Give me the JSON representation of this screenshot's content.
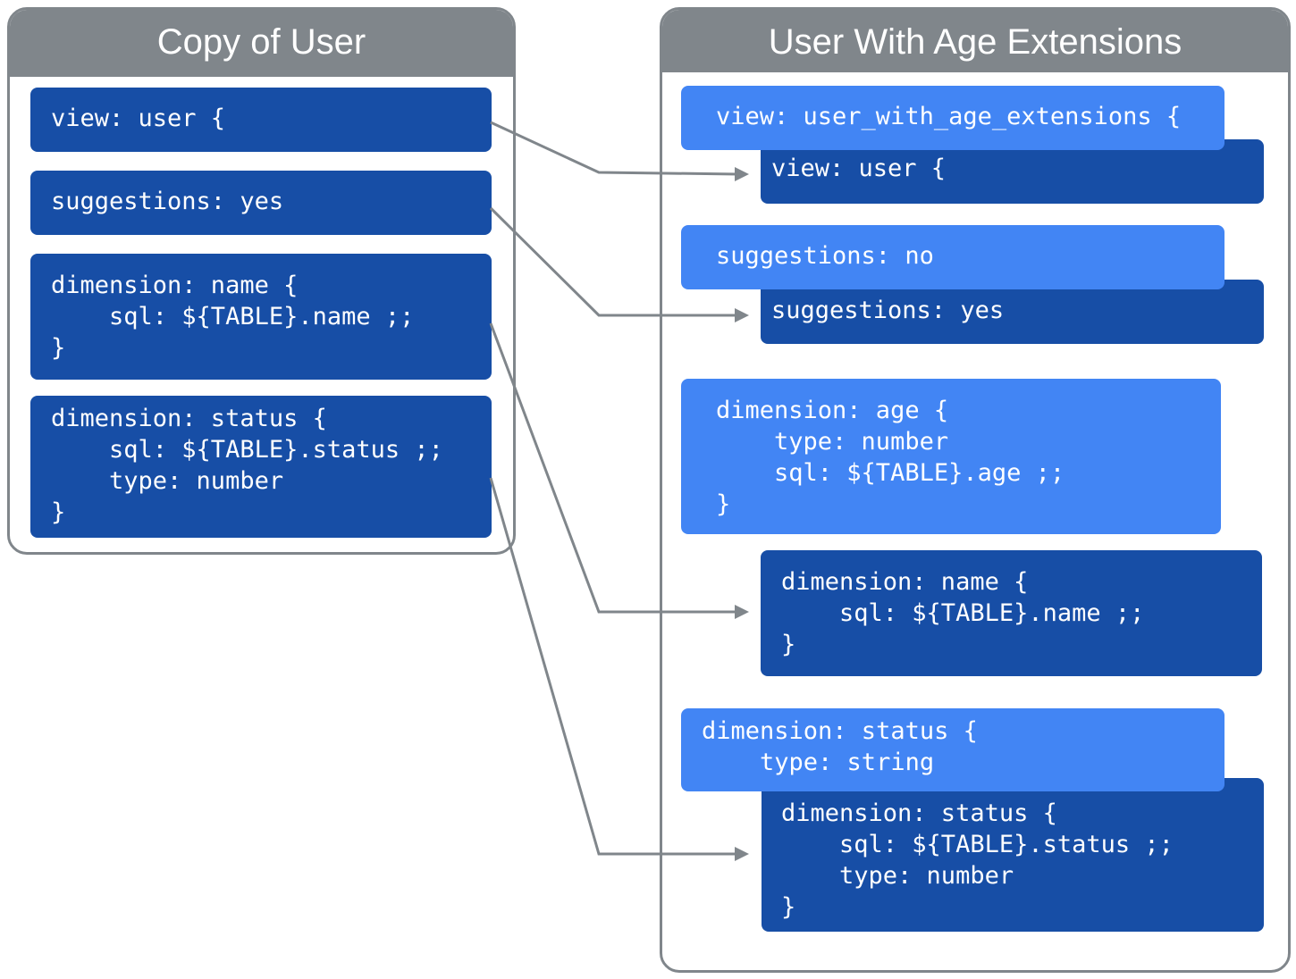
{
  "colors": {
    "dark_block": "#174ea6",
    "light_block": "#4285f4",
    "frame": "#80868b"
  },
  "left_panel": {
    "title": "Copy of User",
    "blocks": [
      "view: user {",
      "suggestions: yes",
      "dimension: name {\n    sql: ${TABLE}.name ;;\n}",
      "dimension: status {\n    sql: ${TABLE}.status ;;\n    type: number\n}"
    ]
  },
  "right_panel": {
    "title": "User With Age Extensions",
    "extension_blocks": [
      "view: user_with_age_extensions {",
      "suggestions: no",
      "dimension: age {\n    type: number\n    sql: ${TABLE}.age ;;\n}",
      "dimension: status {\n    type: string"
    ],
    "copied_blocks": [
      "view: user {",
      "suggestions: yes",
      "dimension: name {\n    sql: ${TABLE}.name ;;\n}",
      "dimension: status {\n    sql: ${TABLE}.status ;;\n    type: number\n}"
    ]
  }
}
